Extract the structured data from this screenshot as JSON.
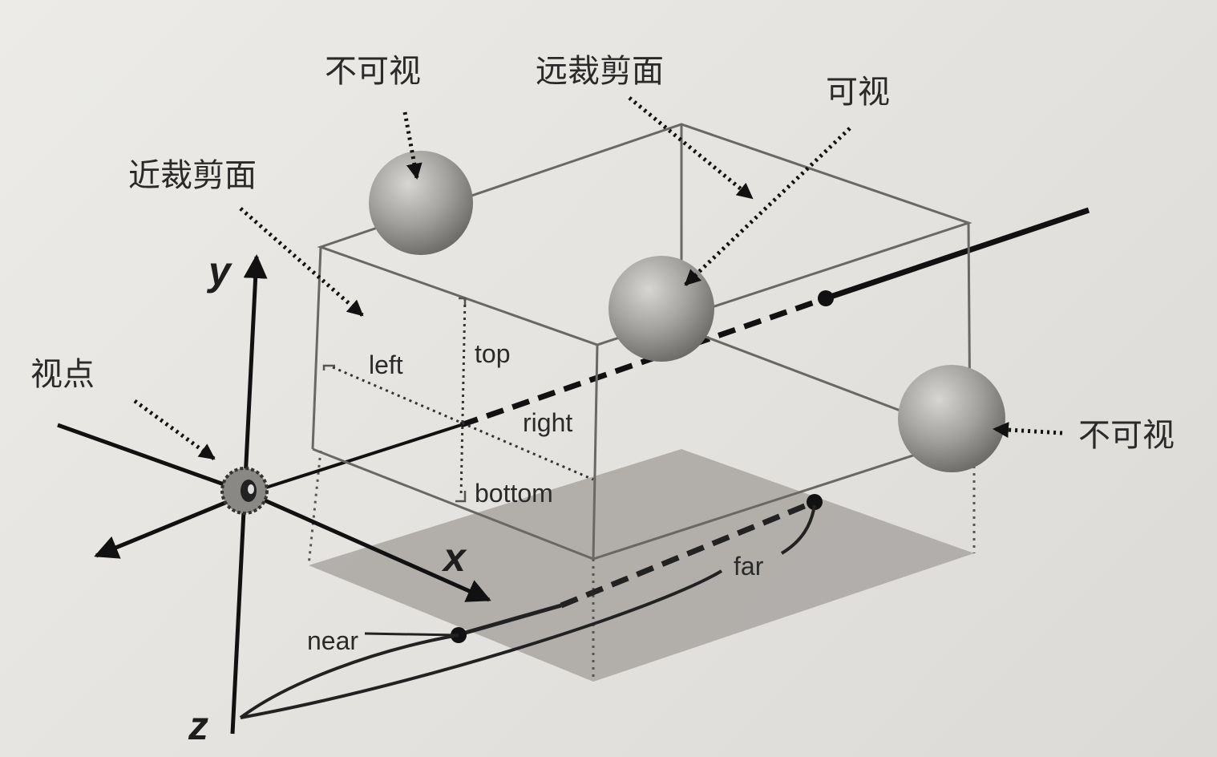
{
  "labels": {
    "invisible_top": "不可视",
    "far_plane": "远裁剪面",
    "visible": "可视",
    "near_plane": "近裁剪面",
    "viewpoint": "视点",
    "invisible_right": "不可视",
    "left": "left",
    "top": "top",
    "right": "right",
    "bottom": "bottom",
    "far": "far",
    "near": "near"
  },
  "axes": {
    "x": "x",
    "y": "y",
    "z": "z"
  }
}
